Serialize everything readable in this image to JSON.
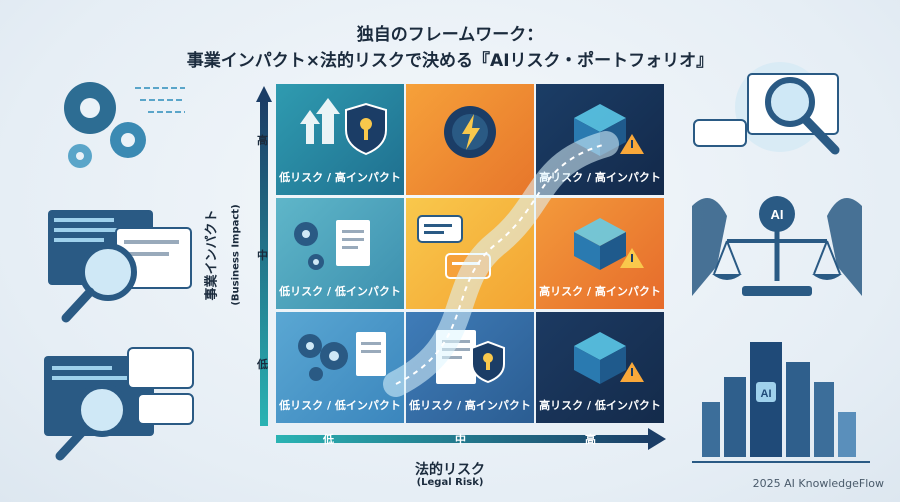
{
  "title": {
    "line1": "独自のフレームワーク：",
    "line2": "事業インパクト×法的リスクで決める『AIリスク・ポートフォリオ』"
  },
  "y_axis": {
    "label": "事業インパクト",
    "sublabel": "(Business Impact)",
    "ticks": [
      "高",
      "中",
      "低"
    ]
  },
  "x_axis": {
    "label": "法的リスク",
    "sublabel": "(Legal Risk)",
    "ticks": [
      "低",
      "中",
      "高"
    ]
  },
  "cells": [
    {
      "label": "低リスク / 高インパクト",
      "icon": "arrows-shield-icon"
    },
    {
      "label": "",
      "icon": "gear-lightning-icon"
    },
    {
      "label": "高リスク / 高インパクト",
      "icon": "server-warning-icon"
    },
    {
      "label": "低リスク / 低インパクト",
      "icon": "gears-document-icon"
    },
    {
      "label": "",
      "icon": "chat-bubbles-icon"
    },
    {
      "label": "高リスク / 高インパクト",
      "icon": "server-warning-icon"
    },
    {
      "label": "低リスク / 低インパクト",
      "icon": "gears-document-shield-icon"
    },
    {
      "label": "低リスク / 高インパクト",
      "icon": "document-shield-icon"
    },
    {
      "label": "高リスク / 低インパクト",
      "icon": "server-warning-icon"
    }
  ],
  "ai_badge": "AI",
  "brand": "2025 AI KnowledgeFlow"
}
